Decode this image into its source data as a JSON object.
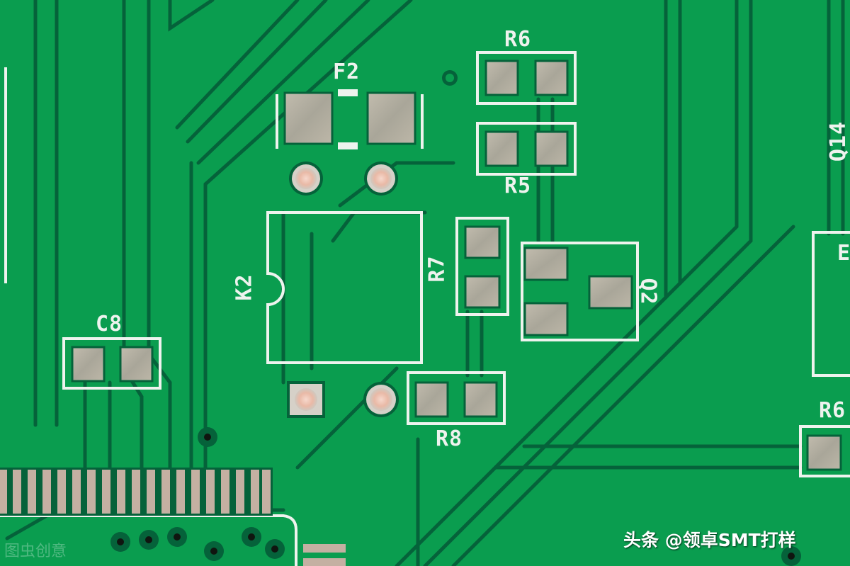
{
  "image": {
    "subject": "Green printed circuit board close-up",
    "colors": {
      "solder_mask": "#0a9d4f",
      "trace_edge": "#05623a",
      "silkscreen": "#eef3ee",
      "pad": "#b5b0a3",
      "through_hole_copper": "#e9b9a6"
    }
  },
  "silkscreen_labels": {
    "f2": "F2",
    "r6": "R6",
    "r5": "R5",
    "r7": "R7",
    "k2": "K2",
    "q2": "Q2",
    "c8": "C8",
    "r8": "R8",
    "q14": "Q14",
    "r_partial": "R6",
    "e_partial": "E"
  },
  "watermarks": {
    "right": "头条 @领卓SMT打样",
    "left": "图虫创意"
  }
}
